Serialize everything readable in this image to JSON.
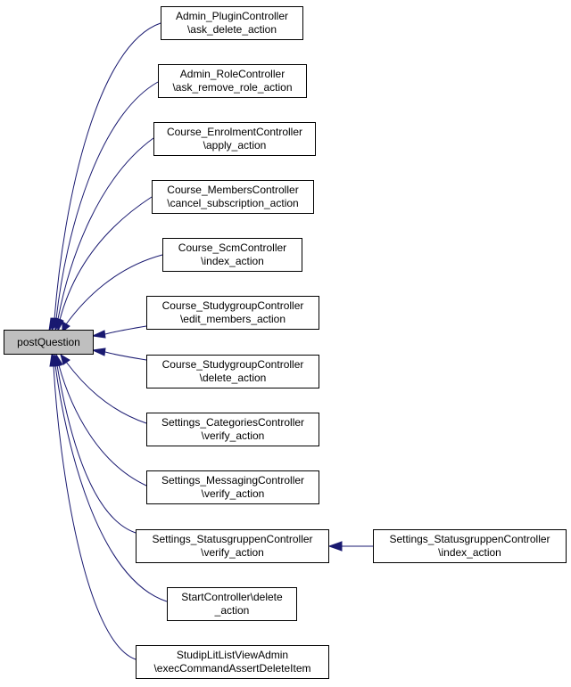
{
  "graph": {
    "root": {
      "label": "postQuestion"
    },
    "callers": [
      {
        "line1": "Admin_PluginController",
        "line2": "\\ask_delete_action"
      },
      {
        "line1": "Admin_RoleController",
        "line2": "\\ask_remove_role_action"
      },
      {
        "line1": "Course_EnrolmentController",
        "line2": "\\apply_action"
      },
      {
        "line1": "Course_MembersController",
        "line2": "\\cancel_subscription_action"
      },
      {
        "line1": "Course_ScmController",
        "line2": "\\index_action"
      },
      {
        "line1": "Course_StudygroupController",
        "line2": "\\edit_members_action"
      },
      {
        "line1": "Course_StudygroupController",
        "line2": "\\delete_action"
      },
      {
        "line1": "Settings_CategoriesController",
        "line2": "\\verify_action"
      },
      {
        "line1": "Settings_MessagingController",
        "line2": "\\verify_action"
      },
      {
        "line1": "Settings_StatusgruppenController",
        "line2": "\\verify_action"
      },
      {
        "line1": "StartController\\delete",
        "line2": "_action"
      },
      {
        "line1": "StudipLitListViewAdmin",
        "line2": "\\execCommandAssertDeleteItem"
      }
    ],
    "second_level": [
      {
        "line1": "Settings_StatusgruppenController",
        "line2": "\\index_action"
      }
    ],
    "colors": {
      "edge": "#191970",
      "root_fill": "#bfbfbf",
      "node_fill": "#ffffff",
      "border": "#000000"
    }
  }
}
